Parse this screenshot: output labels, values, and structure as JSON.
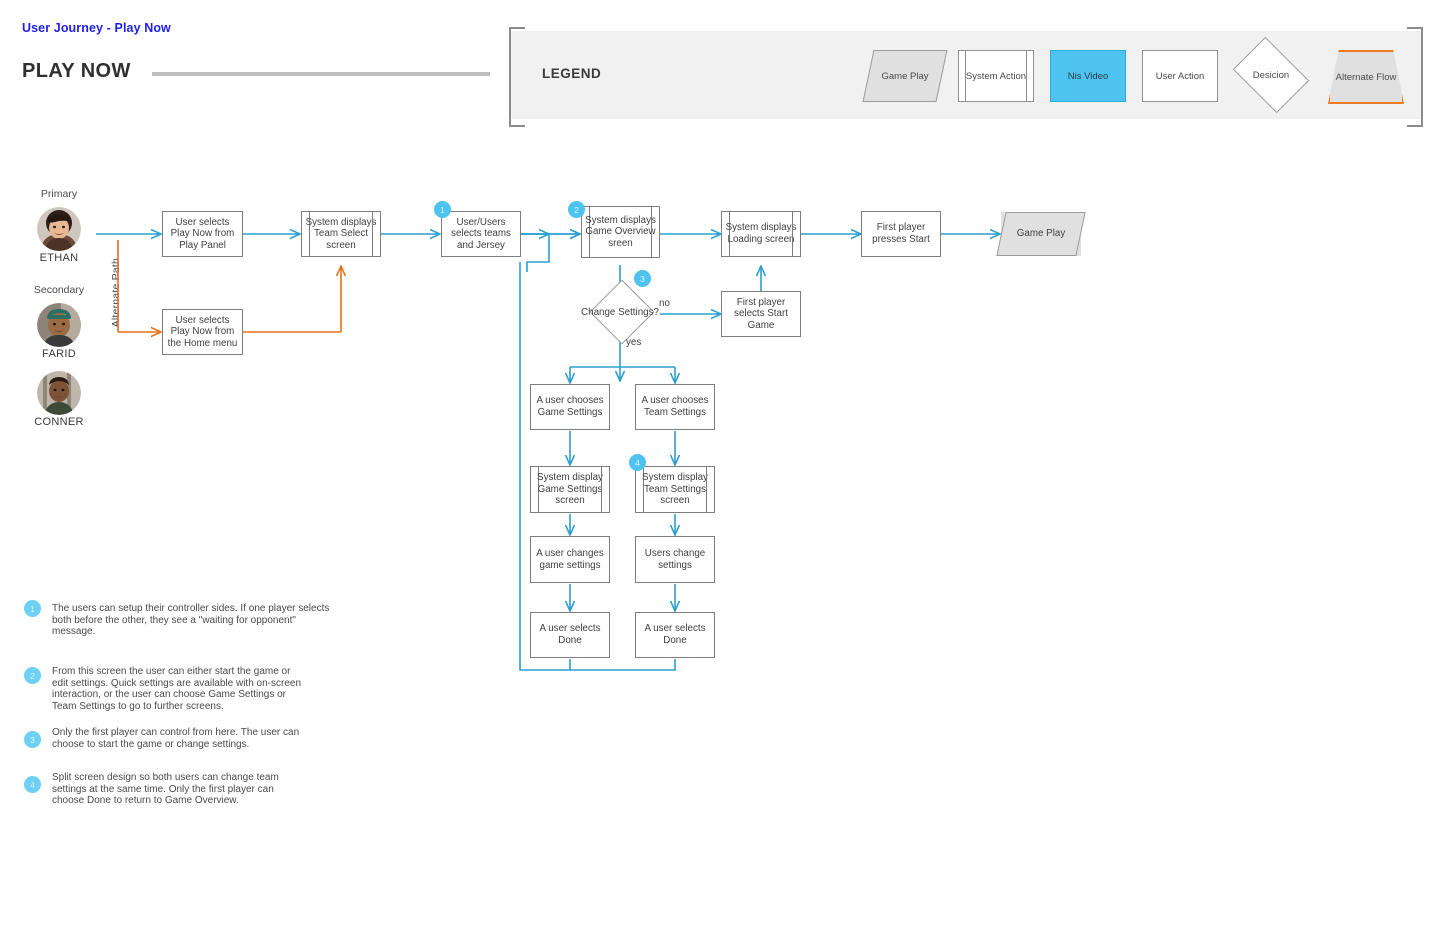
{
  "document": {
    "subtitle": "User Journey - Play Now",
    "title": "PLAY NOW"
  },
  "legend": {
    "label": "LEGEND",
    "items": [
      {
        "key": "game-play",
        "label": "Game Play",
        "shape": "parallelogram",
        "fill": "#e0e0e0",
        "stroke": "#9a9a9a"
      },
      {
        "key": "system-action",
        "label": "System Action",
        "shape": "system-action",
        "fill": "#ffffff",
        "stroke": "#8f8f8f"
      },
      {
        "key": "nis-video",
        "label": "Nis Video",
        "shape": "rect",
        "fill": "#4ec3f0",
        "stroke": "#2fa9d8"
      },
      {
        "key": "user-action",
        "label": "User Action",
        "shape": "rect",
        "fill": "#ffffff",
        "stroke": "#8f8f8f"
      },
      {
        "key": "desicion",
        "label": "Desicion",
        "shape": "diamond",
        "fill": "#ffffff",
        "stroke": "#9a9a9a"
      },
      {
        "key": "alternate-flow",
        "label": "Alternate Flow",
        "shape": "trapezoid",
        "fill": "#e0e0e0",
        "stroke": "#f07b25"
      }
    ]
  },
  "personas": {
    "alternate_path_label": "Alternate Path",
    "items": [
      {
        "role": "Primary",
        "name": "ETHAN"
      },
      {
        "role": "Secondary",
        "name": "FARID"
      },
      {
        "role": "",
        "name": "CONNER"
      }
    ]
  },
  "flow": {
    "nodes": [
      {
        "id": "n1",
        "label": "User selects Play Now from Play Panel",
        "type": "user-action"
      },
      {
        "id": "n2",
        "label": "User selects Play Now from the Home menu",
        "type": "user-action"
      },
      {
        "id": "n3",
        "label": "System displays Team Select screen",
        "type": "system-action"
      },
      {
        "id": "n4",
        "label": "User/Users selects teams and Jersey",
        "type": "user-action",
        "badge": "1"
      },
      {
        "id": "n5",
        "label": "System displays Game Overview sreen",
        "type": "system-action",
        "badge": "2"
      },
      {
        "id": "n6",
        "label": "Change Settings?",
        "type": "decision",
        "badge": "3"
      },
      {
        "id": "n7",
        "label": "First player selects Start Game",
        "type": "user-action"
      },
      {
        "id": "n8",
        "label": "System displays Loading screen",
        "type": "system-action"
      },
      {
        "id": "n9",
        "label": "First player presses Start",
        "type": "user-action"
      },
      {
        "id": "n10",
        "label": "Game Play",
        "type": "game-play"
      },
      {
        "id": "n11",
        "label": "A user chooses Game Settings",
        "type": "user-action"
      },
      {
        "id": "n12",
        "label": "A user chooses Team Settings",
        "type": "user-action"
      },
      {
        "id": "n13",
        "label": "System display Game Settings screen",
        "type": "system-action"
      },
      {
        "id": "n14",
        "label": "System display Team Settings screen",
        "type": "system-action",
        "badge": "4"
      },
      {
        "id": "n15",
        "label": "A user changes game settings",
        "type": "user-action"
      },
      {
        "id": "n16",
        "label": "Users change settings",
        "type": "user-action"
      },
      {
        "id": "n17",
        "label": "A user selects Done",
        "type": "user-action"
      },
      {
        "id": "n18",
        "label": "A user selects Done",
        "type": "user-action"
      }
    ],
    "edge_labels": {
      "no": "no",
      "yes": "yes"
    },
    "colors": {
      "primary_flow": "#2b9fd0",
      "alternate_flow": "#e8701a",
      "node_stroke": "#7d7d7d"
    }
  },
  "footnotes": [
    {
      "number": "1",
      "text": "The users can setup their controller sides. If one player selects both before the other, they see a \"waiting for opponent\" message."
    },
    {
      "number": "2",
      "text": "From this screen the user can either start the game or edit settings. Quick settings are available with on-screen interaction, or the user can choose Game Settings or Team Settings to go to further screens."
    },
    {
      "number": "3",
      "text": "Only the first player can control from here. The user can choose to start the game or change settings."
    },
    {
      "number": "4",
      "text": "Split screen design so both users can change team settings at the same time. Only the first player can choose Done to return to Game Overview."
    }
  ]
}
